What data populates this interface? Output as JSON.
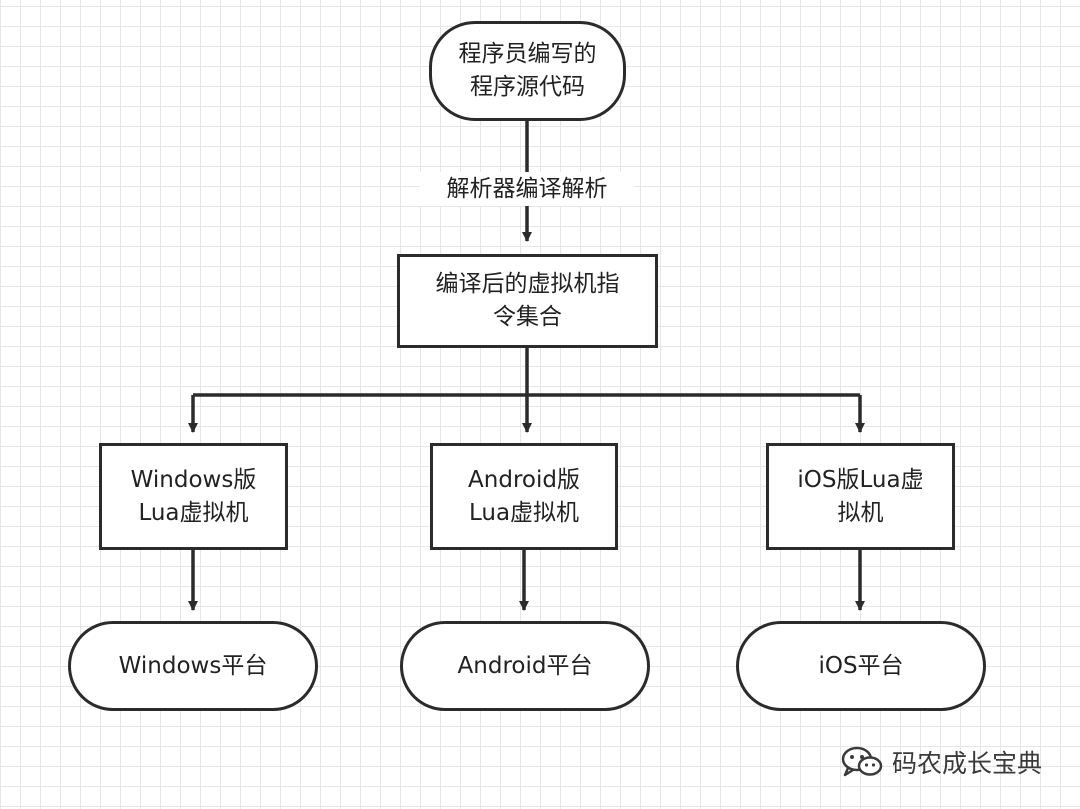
{
  "nodes": {
    "source": "程序员编写的\n程序源代码",
    "bytecode": "编译后的虚拟机指\n令集合",
    "vm_windows": "Windows版\nLua虚拟机",
    "vm_android": "Android版\nLua虚拟机",
    "vm_ios": "iOS版Lua虚\n拟机",
    "platform_windows": "Windows平台",
    "platform_android": "Android平台",
    "platform_ios": "iOS平台"
  },
  "edge_labels": {
    "parse": "解析器编译解析"
  },
  "watermark": {
    "text": "码农成长宝典",
    "icon": "wechat-icon"
  },
  "colors": {
    "stroke": "#2b2b2b",
    "grid": "#e6e6e6",
    "background": "#ffffff"
  }
}
